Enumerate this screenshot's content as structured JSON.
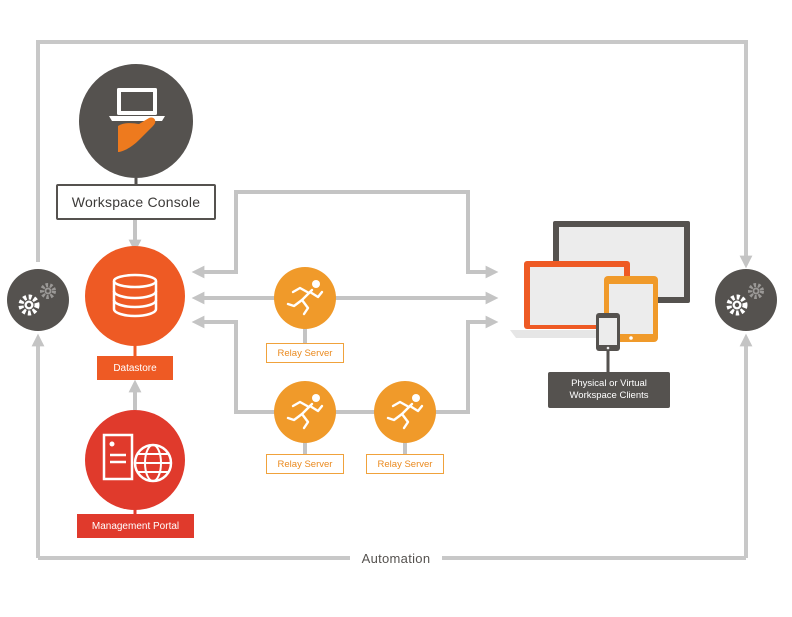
{
  "diagram": {
    "labels": {
      "workspace_console": "Workspace Console",
      "datastore": "Datastore",
      "management_portal": "Management Portal",
      "relay_server_1": "Relay Server",
      "relay_server_2": "Relay Server",
      "relay_server_3": "Relay Server",
      "clients_line1": "Physical or Virtual",
      "clients_line2": "Workspace Clients",
      "automation": "Automation"
    },
    "icons": [
      "laptop-hand-icon",
      "database-icon",
      "server-globe-icon",
      "runner-icon",
      "gears-icon",
      "devices-icon"
    ],
    "colors": {
      "dark_gray": "#55524f",
      "connector_gray": "#c4c4c4",
      "orange": "#ee5a24",
      "red": "#e03a2c",
      "amber": "#f09a2a"
    }
  }
}
